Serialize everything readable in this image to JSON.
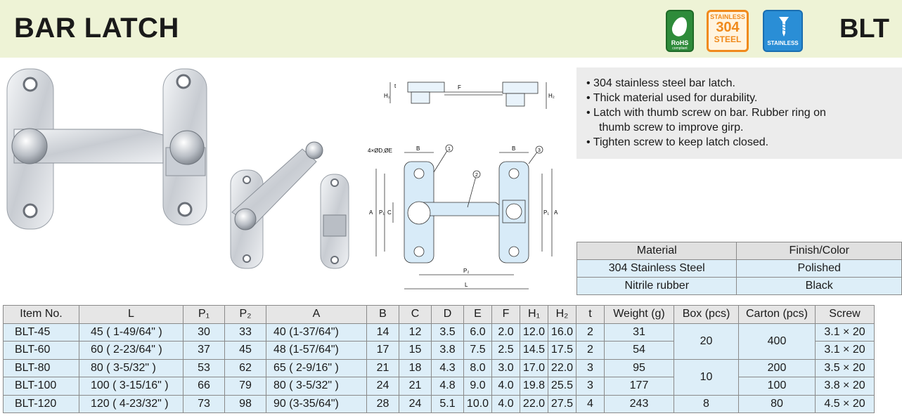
{
  "header": {
    "title": "BAR LATCH",
    "model": "BLT",
    "badges": {
      "rohs": {
        "label": "RoHS",
        "sub": "compliant",
        "icon": "leaf-icon"
      },
      "steel": {
        "top": "STAINLESS",
        "num": "304",
        "bottom": "STEEL"
      },
      "stainless_screw": {
        "label": "STAINLESS",
        "icon": "screw-icon"
      }
    }
  },
  "drawing": {
    "labels": {
      "hole": "4×ØD,ØE",
      "B": "B",
      "A": "A",
      "C": "C",
      "P1": "P₁",
      "P2": "P₂",
      "L": "L",
      "H1": "H₁",
      "H2": "H₂",
      "t": "t",
      "F": "F",
      "n1": "1",
      "n2": "2",
      "n3": "3"
    }
  },
  "features": [
    "• 304 stainless steel bar latch.",
    "• Thick material used for durability.",
    "• Latch with thumb screw on bar. Rubber ring on",
    "thumb screw to improve girp.",
    "• Tighten screw to keep latch closed."
  ],
  "materials": {
    "headers": [
      "Material",
      "Finish/Color"
    ],
    "rows": [
      [
        "304 Stainless Steel",
        "Polished"
      ],
      [
        "Nitrile rubber",
        "Black"
      ]
    ]
  },
  "spec": {
    "headers": [
      "Item No.",
      "L",
      "P₁",
      "P₂",
      "A",
      "B",
      "C",
      "D",
      "E",
      "F",
      "H₁",
      "H₂",
      "t",
      "Weight (g)",
      "Box (pcs)",
      "Carton (pcs)",
      "Screw"
    ],
    "rows": [
      {
        "item": "BLT-45",
        "L": "45 ( 1-49/64\" )",
        "P1": "30",
        "P2": "33",
        "A": "40 (1-37/64\")",
        "B": "14",
        "C": "12",
        "D": "3.5",
        "E": "6.0",
        "F": "2.0",
        "H1": "12.0",
        "H2": "16.0",
        "t": "2",
        "weight": "31",
        "screw": "3.1 × 20"
      },
      {
        "item": "BLT-60",
        "L": "60 ( 2-23/64\" )",
        "P1": "37",
        "P2": "45",
        "A": "48 (1-57/64\")",
        "B": "17",
        "C": "15",
        "D": "3.8",
        "E": "7.5",
        "F": "2.5",
        "H1": "14.5",
        "H2": "17.5",
        "t": "2",
        "weight": "54",
        "screw": "3.1 × 20"
      },
      {
        "item": "BLT-80",
        "L": "80 (  3-5/32\"  )",
        "P1": "53",
        "P2": "62",
        "A": "65 ( 2-9/16\" )",
        "B": "21",
        "C": "18",
        "D": "4.3",
        "E": "8.0",
        "F": "3.0",
        "H1": "17.0",
        "H2": "22.0",
        "t": "3",
        "weight": "95",
        "screw": "3.5 × 20"
      },
      {
        "item": "BLT-100",
        "L": "100 ( 3-15/16\" )",
        "P1": "66",
        "P2": "79",
        "A": "80 ( 3-5/32\" )",
        "B": "24",
        "C": "21",
        "D": "4.8",
        "E": "9.0",
        "F": "4.0",
        "H1": "19.8",
        "H2": "25.5",
        "t": "3",
        "weight": "177",
        "screw": "3.8 × 20"
      },
      {
        "item": "BLT-120",
        "L": "120 ( 4-23/32\" )",
        "P1": "73",
        "P2": "98",
        "A": "90 (3-35/64\")",
        "B": "28",
        "C": "24",
        "D": "5.1",
        "E": "10.0",
        "F": "4.0",
        "H1": "22.0",
        "H2": "27.5",
        "t": "4",
        "weight": "243",
        "screw": "4.5 × 20"
      }
    ],
    "box_groups": [
      "20",
      "10",
      "8"
    ],
    "carton": [
      "400",
      "200",
      "100",
      "80"
    ]
  }
}
